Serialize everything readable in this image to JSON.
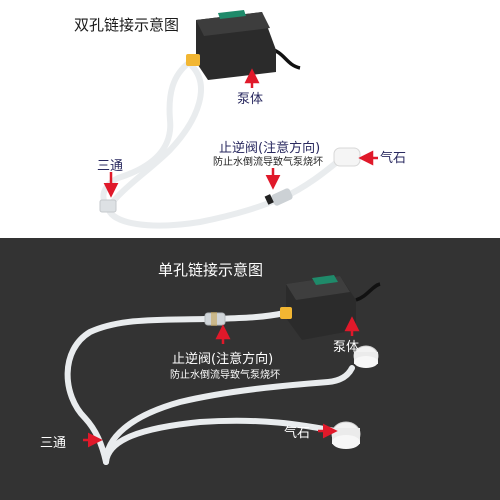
{
  "top_diagram": {
    "title": "双孔链接示意图",
    "labels": {
      "pump": "泵体",
      "check_valve": "止逆阀(注意方向)",
      "check_valve_note": "防止水倒流导致气泵烧坏",
      "tee": "三通",
      "air_stone": "气石"
    }
  },
  "bottom_diagram": {
    "title": "单孔链接示意图",
    "labels": {
      "pump": "泵体",
      "check_valve": "止逆阀(注意方向)",
      "check_valve_note": "防止水倒流导致气泵烧坏",
      "tee": "三通",
      "air_stone": "气石"
    }
  },
  "colors": {
    "arrow": "#e0192a",
    "top_background": "#ffffff",
    "bottom_background": "#333333",
    "tube": "#e9ecee",
    "pump_body": "#2b2b2b",
    "nozzle": "#f2b632",
    "pump_badge": "#1f8a6a"
  }
}
